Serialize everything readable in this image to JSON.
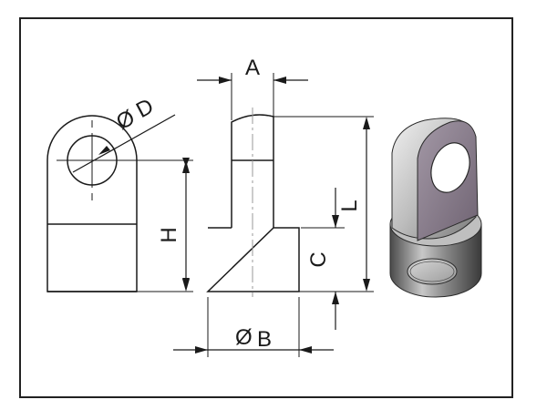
{
  "labels": {
    "A": "A",
    "B": "B",
    "C": "C",
    "D": "D",
    "H": "H",
    "L": "L",
    "diameter_symbol": "Ø"
  },
  "colors": {
    "line": "#1a1a1a",
    "centerline": "#9a9a9a",
    "frame": "#222222",
    "part_face": "#8a7e8c",
    "part_body": "#7f7f7f"
  }
}
